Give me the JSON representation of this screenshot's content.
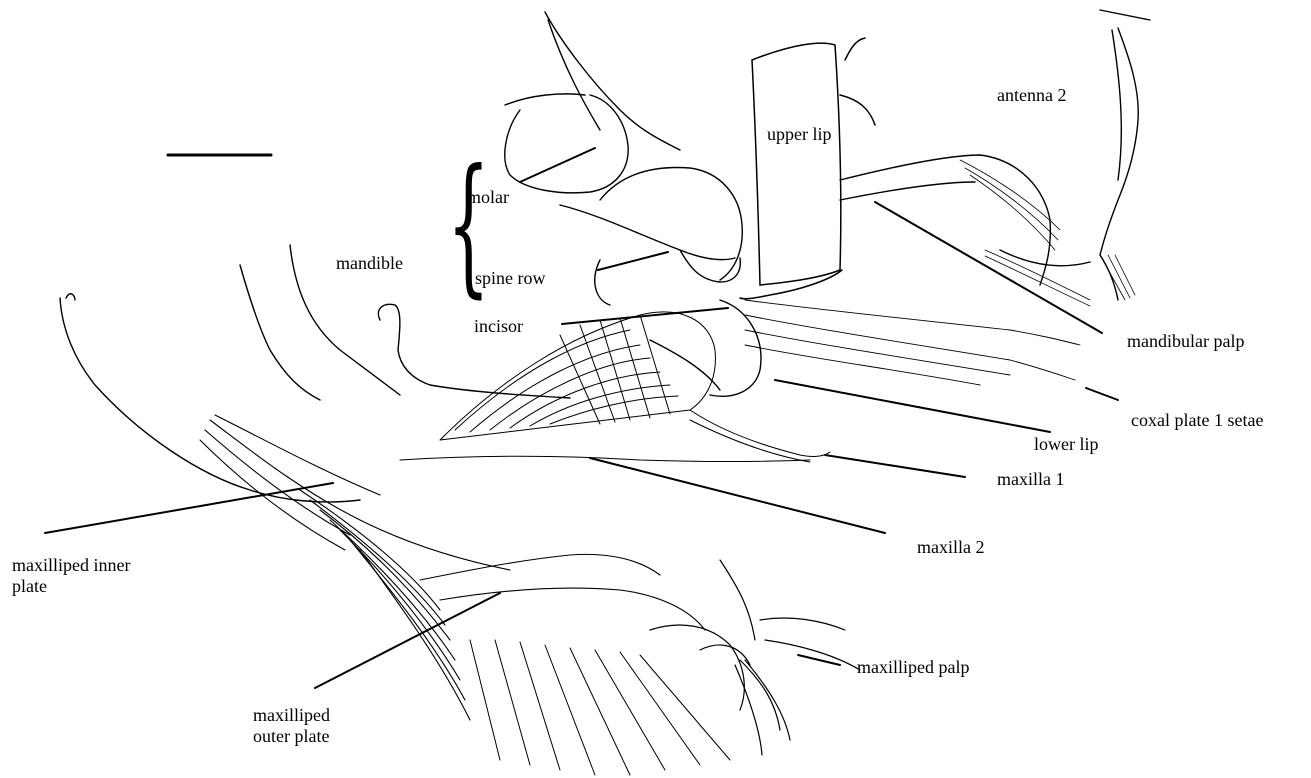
{
  "labels": {
    "antenna_2": "antenna 2",
    "upper_lip": "upper lip",
    "molar": "molar",
    "mandible": "mandible",
    "spine_row": "spine row",
    "incisor": "incisor",
    "mandibular_palp": "mandibular palp",
    "coxal_plate_1_setae": "coxal plate 1 setae",
    "lower_lip": "lower lip",
    "maxilla_1": "maxilla 1",
    "maxilla_2": "maxilla 2",
    "maxilliped_inner_plate": "maxilliped inner plate",
    "maxilliped_outer_plate": "maxilliped outer plate",
    "maxilliped_palp": "maxilliped palp"
  },
  "colors": {
    "ink": "#000000",
    "background": "#ffffff"
  }
}
